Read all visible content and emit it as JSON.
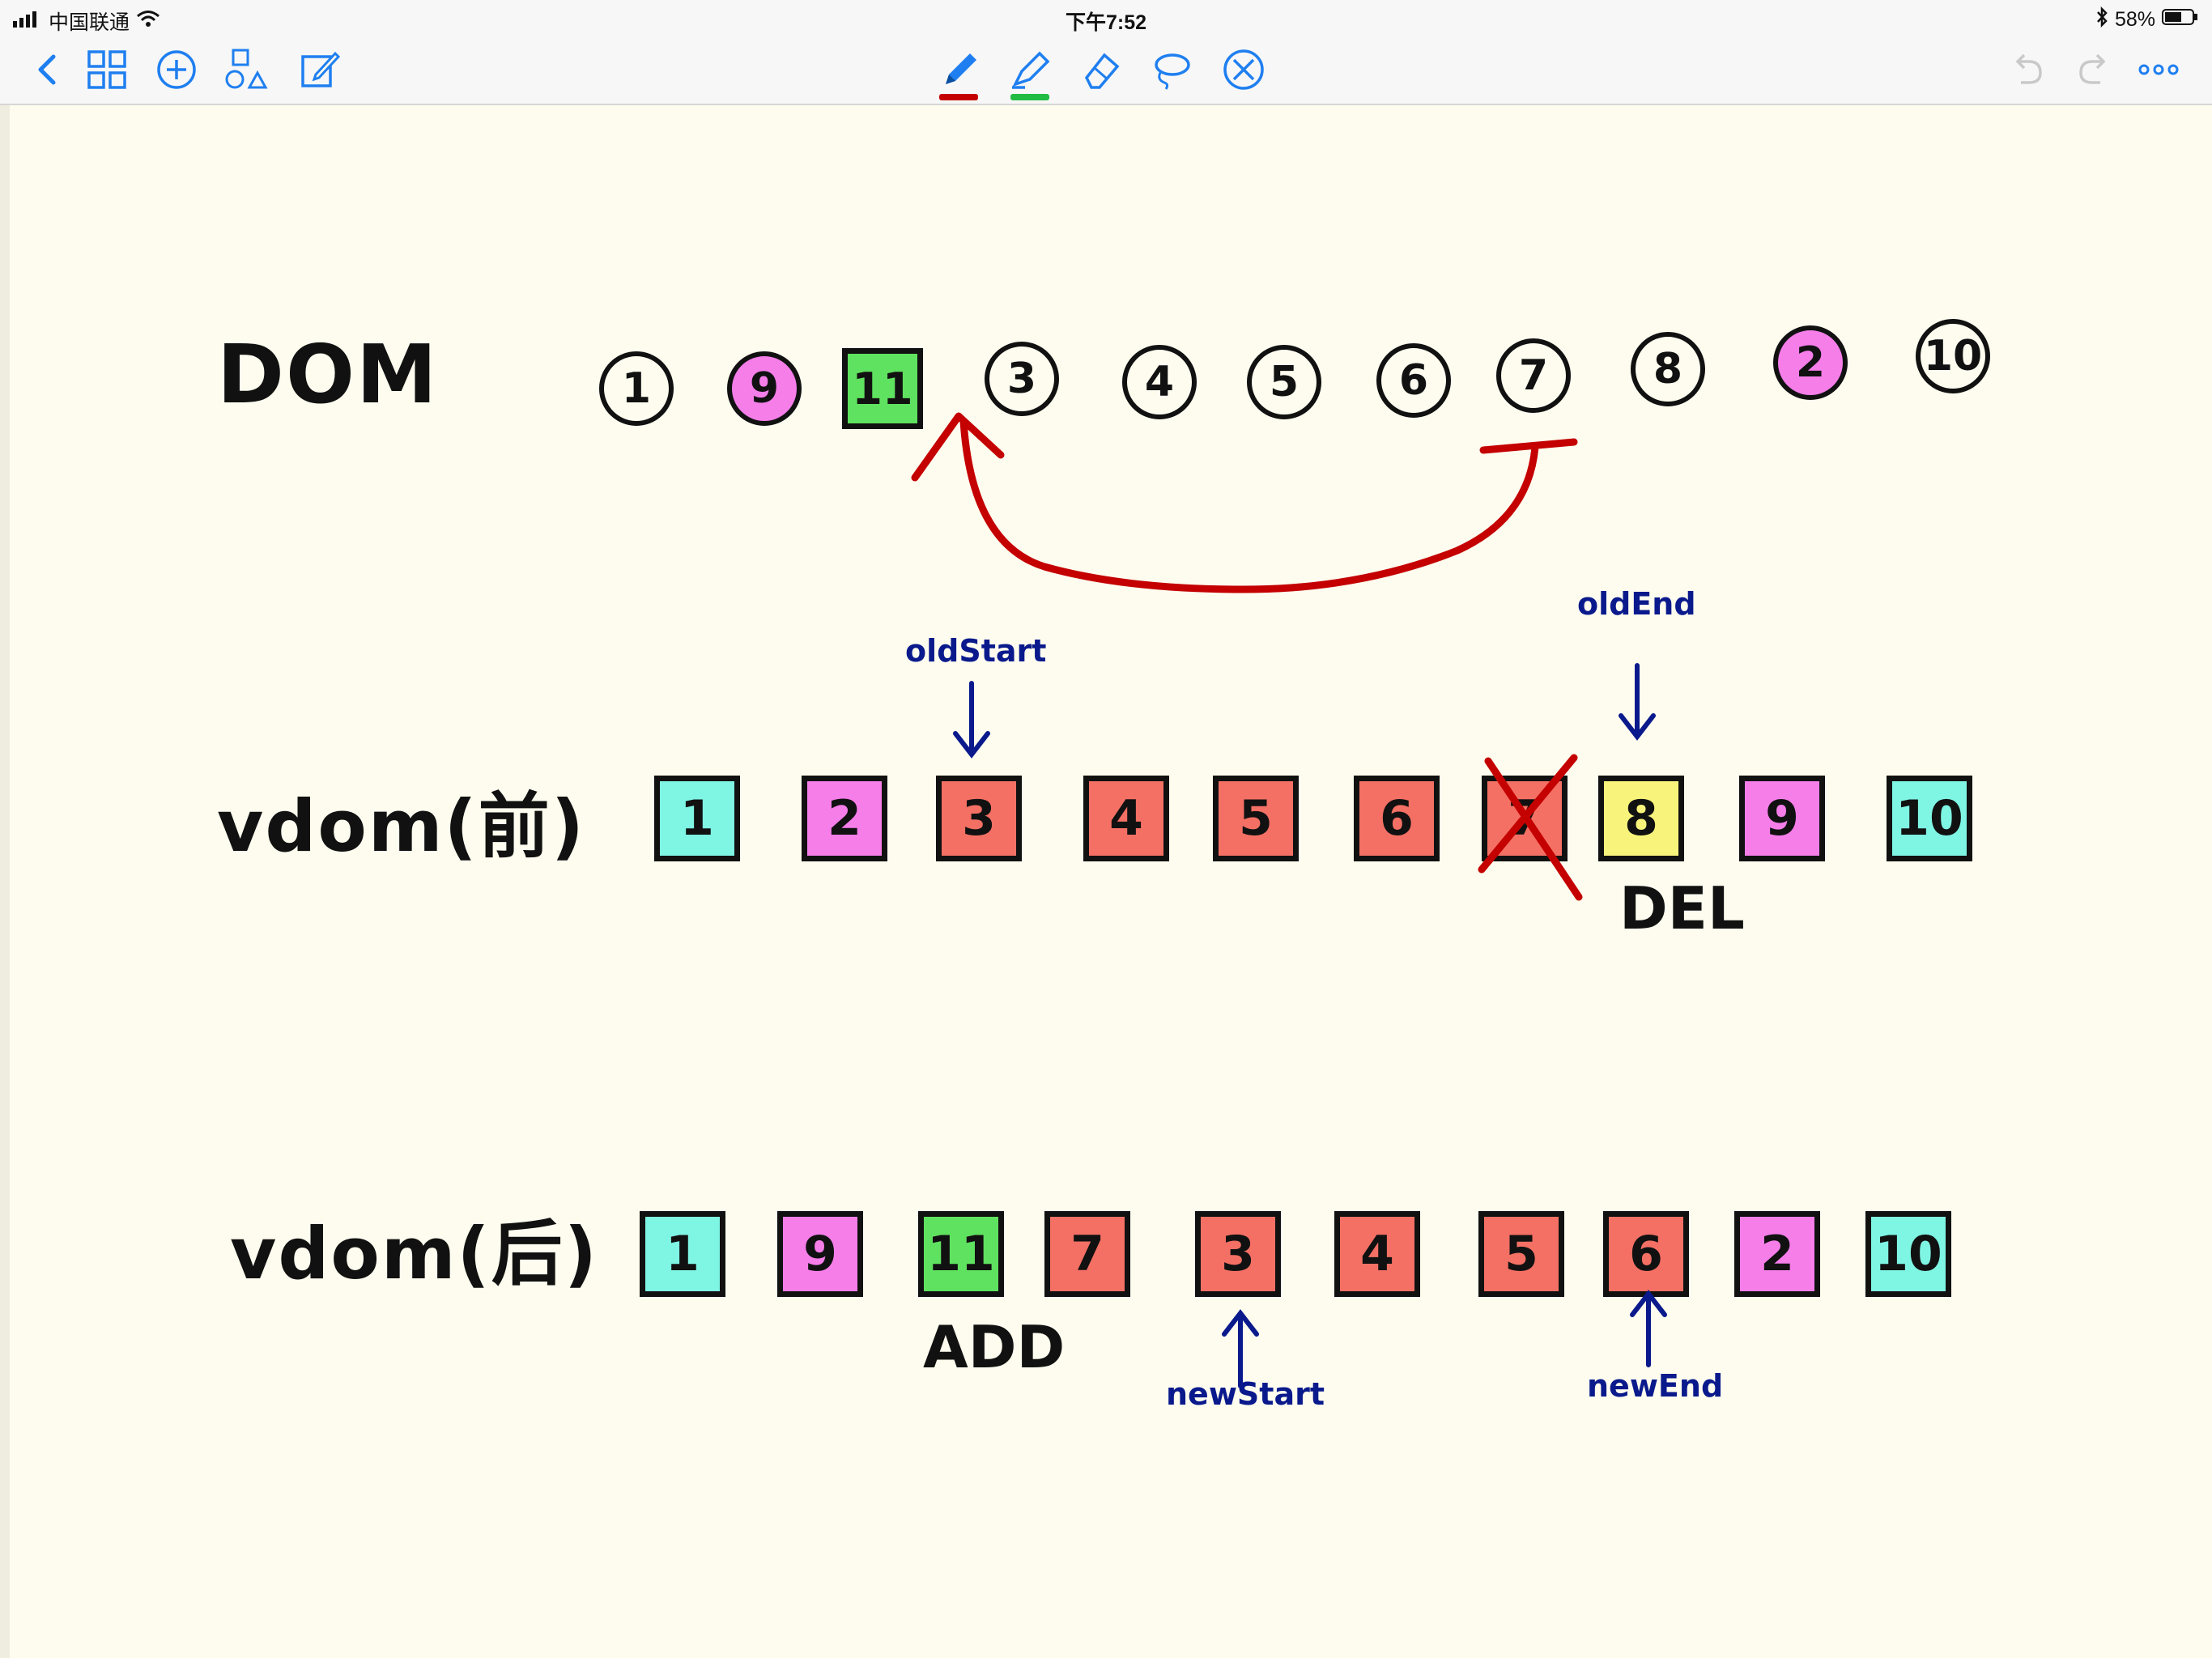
{
  "status": {
    "carrier": "中国联通",
    "time": "下午7:52",
    "battery": "58%"
  },
  "toolbar": {
    "left_icons": [
      "back-chevron-icon",
      "grid-icon",
      "add-circle-icon",
      "shapes-icon",
      "compose-icon"
    ],
    "center_tools": [
      {
        "name": "pen-tool-icon",
        "underline": "#c40000"
      },
      {
        "name": "highlighter-tool-icon",
        "underline": "#22bb44"
      },
      {
        "name": "eraser-tool-icon",
        "underline": ""
      },
      {
        "name": "lasso-tool-icon",
        "underline": ""
      },
      {
        "name": "shape-x-tool-icon",
        "underline": ""
      }
    ],
    "right_icons": [
      "undo-icon",
      "redo-icon",
      "more-icon"
    ]
  },
  "rows": {
    "dom_label": "DOM",
    "old_label": "vdom(前)",
    "new_label": "vdom(后)"
  },
  "dom_nodes": [
    {
      "label": "1",
      "fill": ""
    },
    {
      "label": "9",
      "fill": "#f57ee9"
    },
    {
      "label": "11",
      "fill": "#5fe25f"
    },
    {
      "label": "3",
      "fill": ""
    },
    {
      "label": "4",
      "fill": ""
    },
    {
      "label": "5",
      "fill": ""
    },
    {
      "label": "6",
      "fill": ""
    },
    {
      "label": "7",
      "fill": ""
    },
    {
      "label": "8",
      "fill": ""
    },
    {
      "label": "2",
      "fill": "#f57ee9"
    },
    {
      "label": "10",
      "fill": ""
    }
  ],
  "old_vdom": [
    {
      "label": "1",
      "fill": "#7ff5e4"
    },
    {
      "label": "2",
      "fill": "#f57ee9"
    },
    {
      "label": "3",
      "fill": "#f47064"
    },
    {
      "label": "4",
      "fill": "#f47064"
    },
    {
      "label": "5",
      "fill": "#f47064"
    },
    {
      "label": "6",
      "fill": "#f47064"
    },
    {
      "label": "7",
      "fill": "#f47064"
    },
    {
      "label": "8",
      "fill": "#f8f47b"
    },
    {
      "label": "9",
      "fill": "#f57ee9"
    },
    {
      "label": "10",
      "fill": "#7ff5e4"
    }
  ],
  "new_vdom": [
    {
      "label": "1",
      "fill": "#7ff5e4"
    },
    {
      "label": "9",
      "fill": "#f57ee9"
    },
    {
      "label": "11",
      "fill": "#5fe25f"
    },
    {
      "label": "7",
      "fill": "#f47064"
    },
    {
      "label": "3",
      "fill": "#f47064"
    },
    {
      "label": "4",
      "fill": "#f47064"
    },
    {
      "label": "5",
      "fill": "#f47064"
    },
    {
      "label": "6",
      "fill": "#f47064"
    },
    {
      "label": "2",
      "fill": "#f57ee9"
    },
    {
      "label": "10",
      "fill": "#7ff5e4"
    }
  ],
  "pointers": {
    "old_start": "oldStart",
    "old_end": "oldEnd",
    "new_start": "newStart",
    "new_end": "newEnd"
  },
  "marks": {
    "del": "DEL",
    "add": "ADD"
  },
  "colors": {
    "pointer": "#0a1a8c",
    "move_arrow": "#c40000"
  }
}
